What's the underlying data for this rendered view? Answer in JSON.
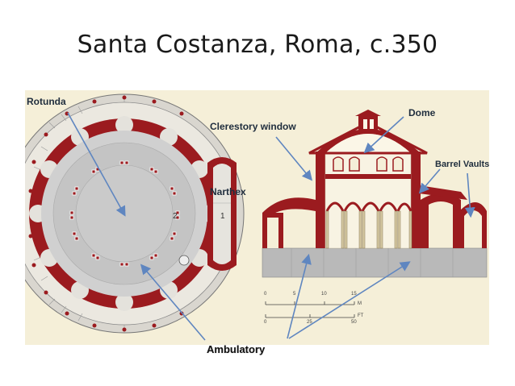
{
  "slide": {
    "title": "Santa Costanza, Roma, c.350"
  },
  "labels": {
    "rotunda": "Rotunda",
    "clerestory": "Clerestory window",
    "dome": "Dome",
    "barrel": "Barrel Vaults",
    "narthex": "Narthex",
    "ambulatory": "Ambulatory"
  },
  "plan_numbers": {
    "one": "1",
    "two": "2"
  },
  "scale": {
    "m_ticks": [
      "0",
      "5",
      "10",
      "15"
    ],
    "ft_ticks": [
      "0",
      "25",
      "50"
    ],
    "m_unit": "M",
    "ft_unit": "FT"
  },
  "colors": {
    "wall_red": "#9b1b1f",
    "paper": "#f5efd8",
    "floor_grey": "#c9c9c9",
    "arrow": "#5f86c0",
    "label_text": "#1f2d3d"
  }
}
